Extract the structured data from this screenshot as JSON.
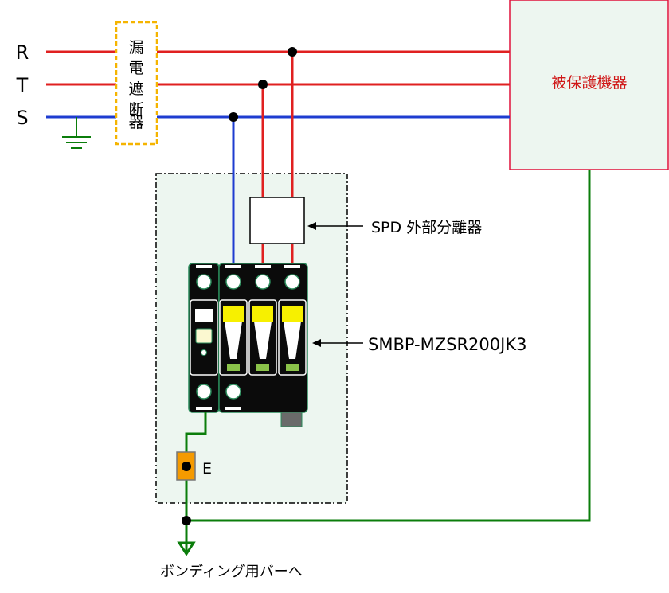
{
  "phases": {
    "r": "R",
    "t": "T",
    "s": "S"
  },
  "breaker_label": "漏電遮断器",
  "breaker_chars": [
    "漏",
    "電",
    "遮",
    "断",
    "器"
  ],
  "protected_equipment": "被保護機器",
  "spd_disconnector": "SPD 外部分離器",
  "spd_model": "SMBP-MZSR200JK3",
  "earth_terminal": "E",
  "bonding_label": "ボンディング用バーへ",
  "colors": {
    "phase_line": "#e02020",
    "neutral_line": "#1e3cd0",
    "ground_line": "#0b7d0b",
    "breaker_border": "#f5b400",
    "equipment_border": "#e0103a",
    "equipment_fill": "#edf6f0",
    "equipment_text": "#d01818",
    "enclosure_fill": "#edf6f0",
    "device_body": "#0b0b0b",
    "device_edge": "#2a8a5a",
    "indicator_yellow": "#f7f000",
    "indicator_green": "#8bc34a",
    "terminal_orange": "#f59a00"
  }
}
